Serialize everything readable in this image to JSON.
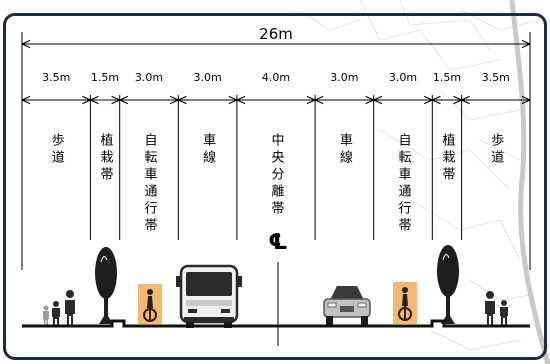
{
  "diagram": {
    "total_width_label": "26m",
    "centerline_symbol": "℄",
    "segments": [
      {
        "width_m": 3.5,
        "width_label": "3.5m",
        "name": "歩道"
      },
      {
        "width_m": 1.5,
        "width_label": "1.5m",
        "name": "植栽帯"
      },
      {
        "width_m": 3.0,
        "width_label": "3.0m",
        "name": "自転車通行帯"
      },
      {
        "width_m": 3.0,
        "width_label": "3.0m",
        "name": "車線"
      },
      {
        "width_m": 4.0,
        "width_label": "4.0m",
        "name": "中央分離帯"
      },
      {
        "width_m": 3.0,
        "width_label": "3.0m",
        "name": "車線"
      },
      {
        "width_m": 3.0,
        "width_label": "3.0m",
        "name": "自転車通行帯"
      },
      {
        "width_m": 1.5,
        "width_label": "1.5m",
        "name": "植栽帯"
      },
      {
        "width_m": 3.5,
        "width_label": "3.5m",
        "name": "歩道"
      }
    ]
  },
  "icons": {
    "pedestrians": "pedestrians-icon",
    "tree": "tree-icon",
    "cyclist": "bicycle-icon",
    "bus": "bus-icon",
    "car": "car-icon"
  },
  "colors": {
    "frame": "#1c2b4a",
    "bike_lane_box": "#f5b772",
    "ink": "#111111"
  }
}
